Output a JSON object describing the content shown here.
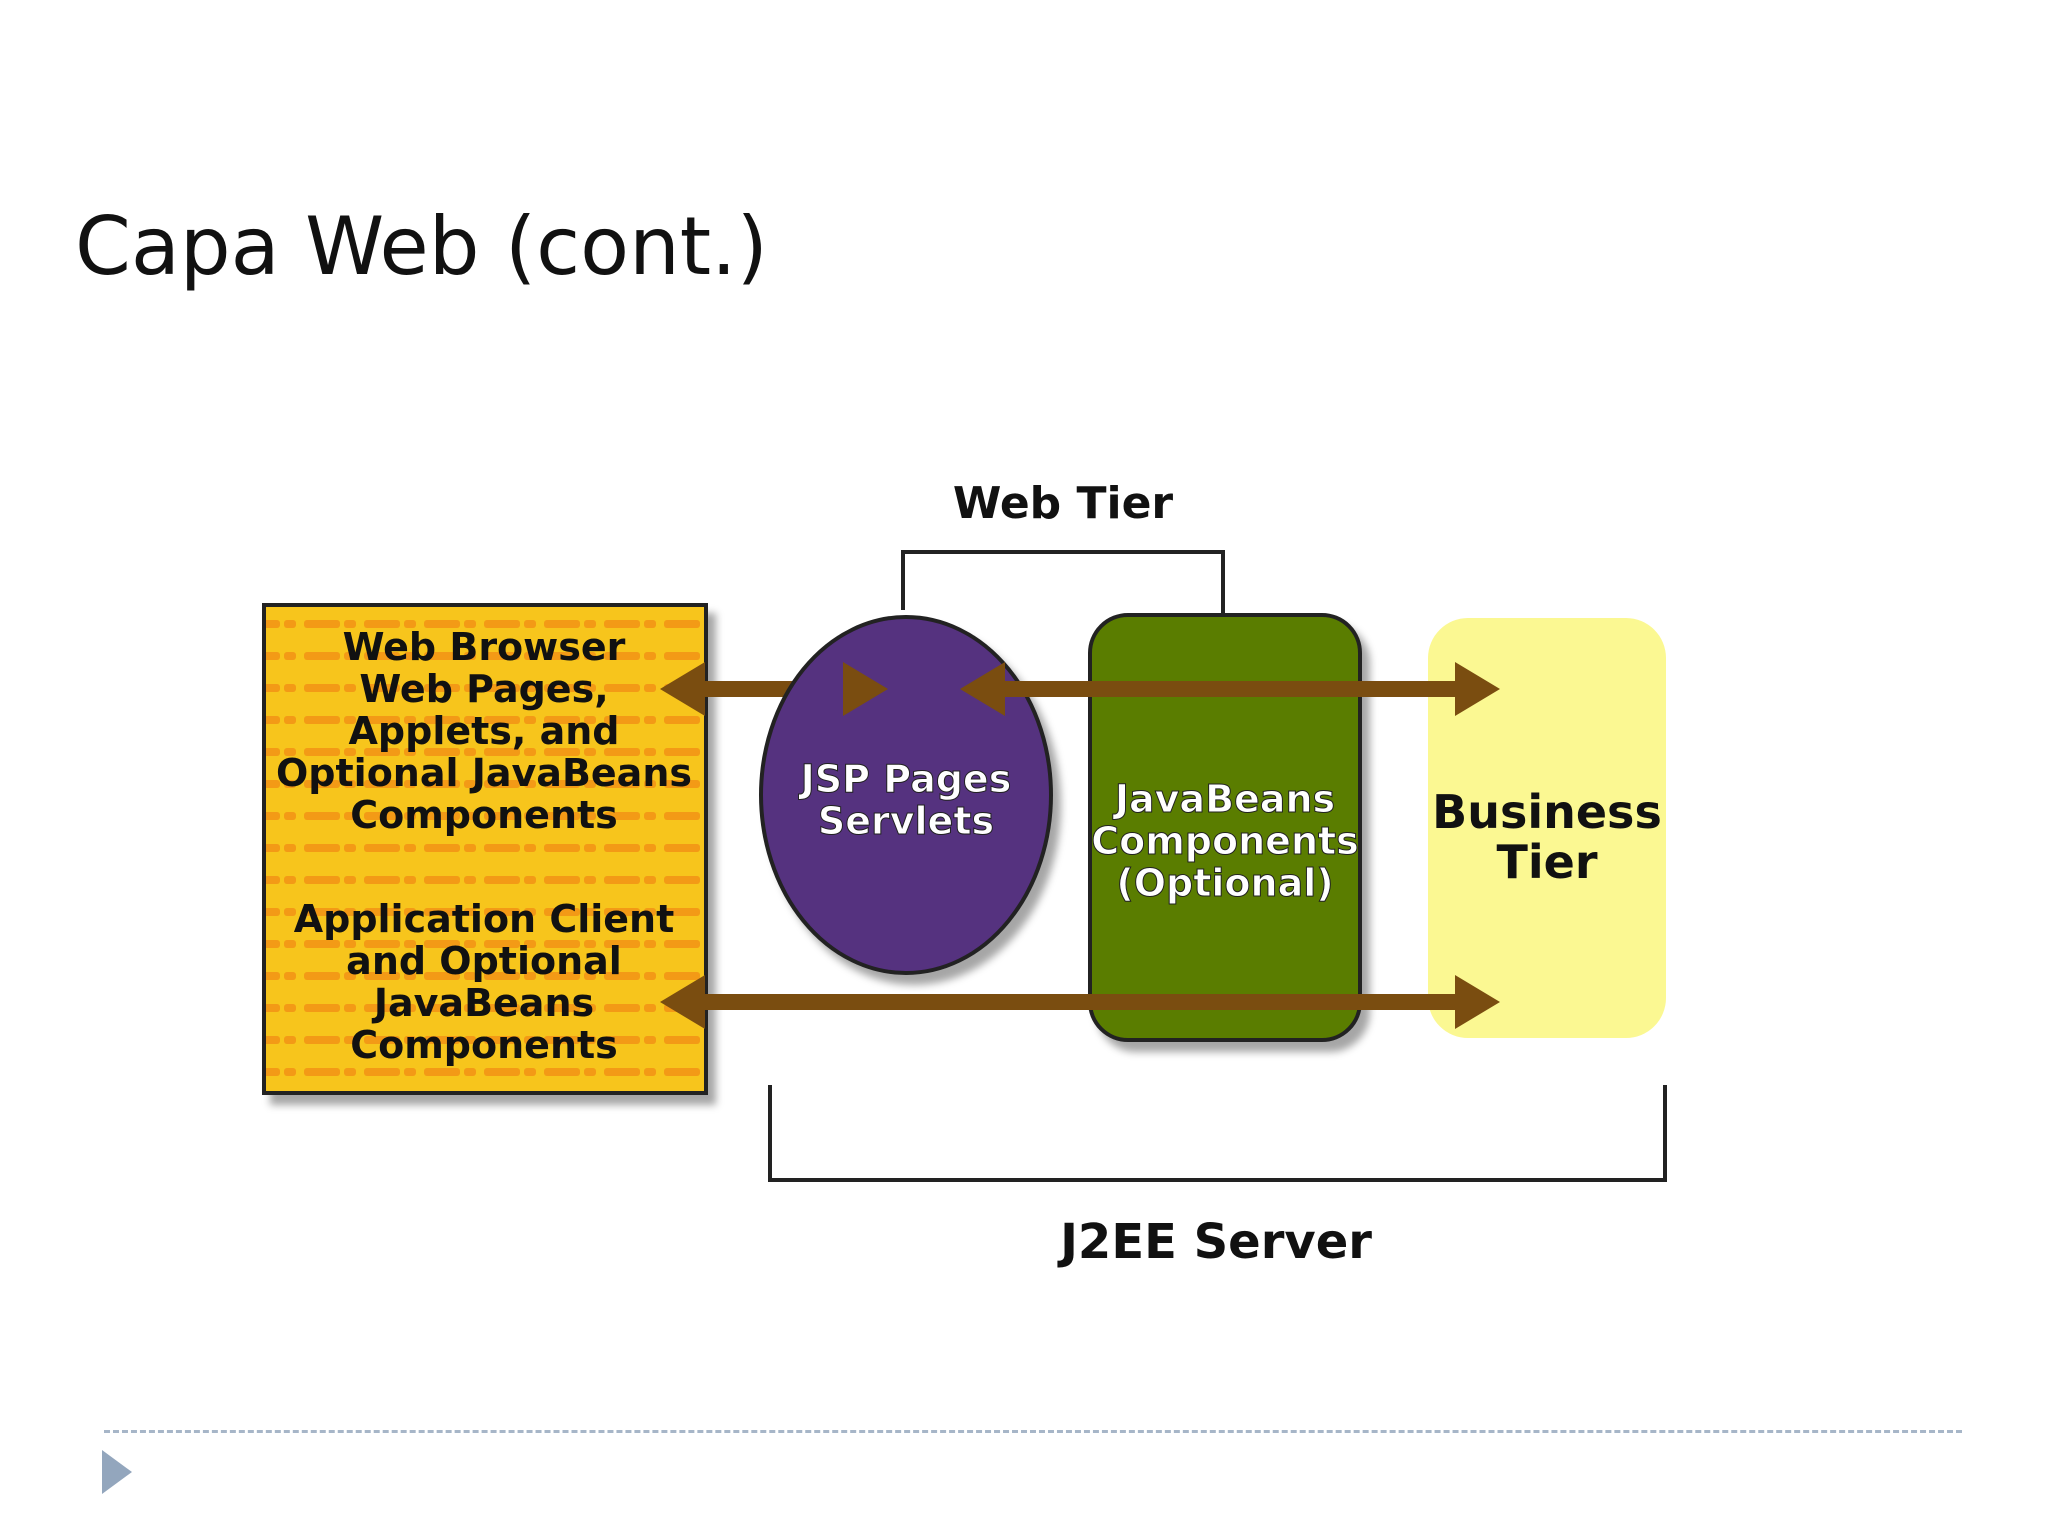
{
  "slide": {
    "title": "Capa Web (cont.)"
  },
  "diagram": {
    "web_tier_label": "Web Tier",
    "j2ee_server_label": "J2EE Server",
    "client_box": {
      "browser_lines": [
        "Web Browser",
        "Web Pages,",
        "Applets, and",
        "Optional JavaBeans",
        "Components"
      ],
      "appclient_lines": [
        "Application Client",
        "and Optional",
        "JavaBeans",
        "Components"
      ]
    },
    "jsp_node": {
      "lines": [
        "JSP Pages",
        "Servlets"
      ]
    },
    "javabeans_node": {
      "lines": [
        "JavaBeans",
        "Components",
        "(Optional)"
      ]
    },
    "business_node": {
      "lines": [
        "Business",
        "Tier"
      ]
    },
    "colors": {
      "client": "#f7c51a",
      "jsp": "#55307f",
      "javabeans": "#5a7d00",
      "business": "#fbf892",
      "arrow": "#7a4d10"
    }
  },
  "footer": {
    "icon": "triangle-right-icon"
  }
}
